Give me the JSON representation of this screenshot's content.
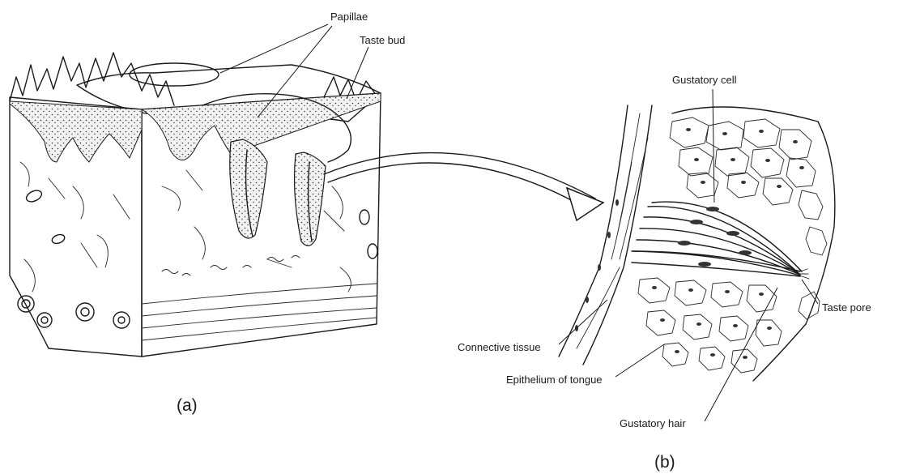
{
  "labels": {
    "papillae": "Papillae",
    "taste_bud": "Taste bud",
    "gustatory_cell": "Gustatory cell",
    "taste_pore": "Taste pore",
    "connective_tissue": "Connective tissue",
    "epithelium": "Epithelium of tongue",
    "gustatory_hair": "Gustatory hair"
  },
  "panels": {
    "a": "(a)",
    "b": "(b)"
  }
}
